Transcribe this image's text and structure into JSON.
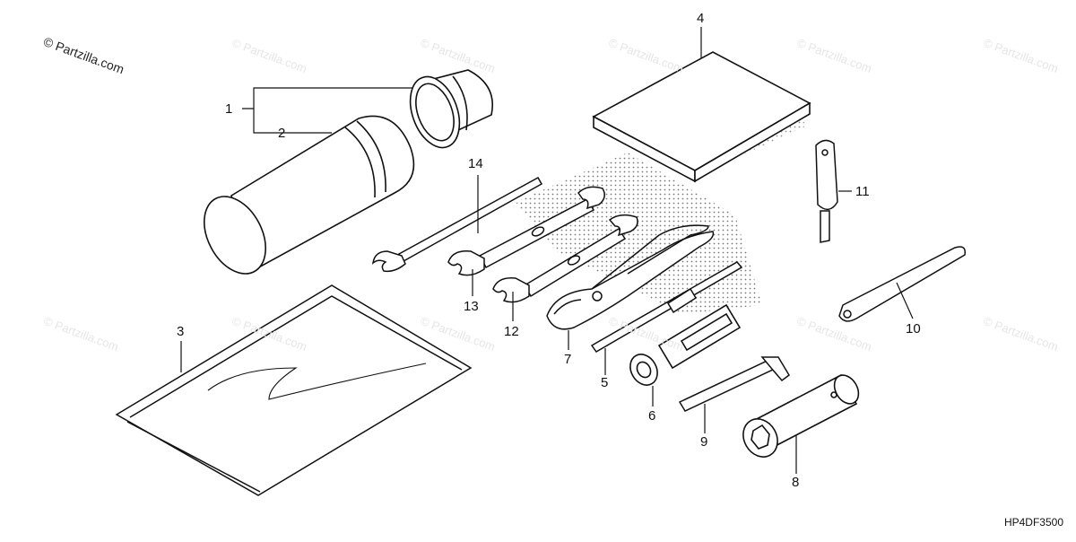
{
  "watermark": {
    "main": "© Partzilla.com",
    "faint": "© Partzilla.com"
  },
  "diagram_code": "HP4DF3500",
  "callouts": {
    "c1": "1",
    "c2": "2",
    "c3": "3",
    "c4": "4",
    "c5": "5",
    "c6": "6",
    "c7": "7",
    "c8": "8",
    "c9": "9",
    "c10": "10",
    "c11": "11",
    "c12": "12",
    "c13": "13",
    "c14": "14"
  },
  "icons": {
    "tool_case_cap": "tool-case-cap-icon",
    "tool_case_body": "tool-case-body-icon",
    "document_bag": "document-bag-icon",
    "owners_manual": "manual-book-icon",
    "screwdriver": "screwdriver-icon",
    "socket_handle": "socket-handle-icon",
    "pliers": "pliers-icon",
    "spark_plug_wrench": "spark-plug-wrench-icon",
    "hex_key": "hex-key-icon",
    "pin_spanner": "pin-spanner-icon",
    "screwdriver_grip": "screwdriver-grip-icon",
    "open_end_wrench_12": "open-end-wrench-icon",
    "open_end_wrench_13": "open-end-wrench-icon",
    "rod_wrench": "rod-wrench-icon"
  }
}
